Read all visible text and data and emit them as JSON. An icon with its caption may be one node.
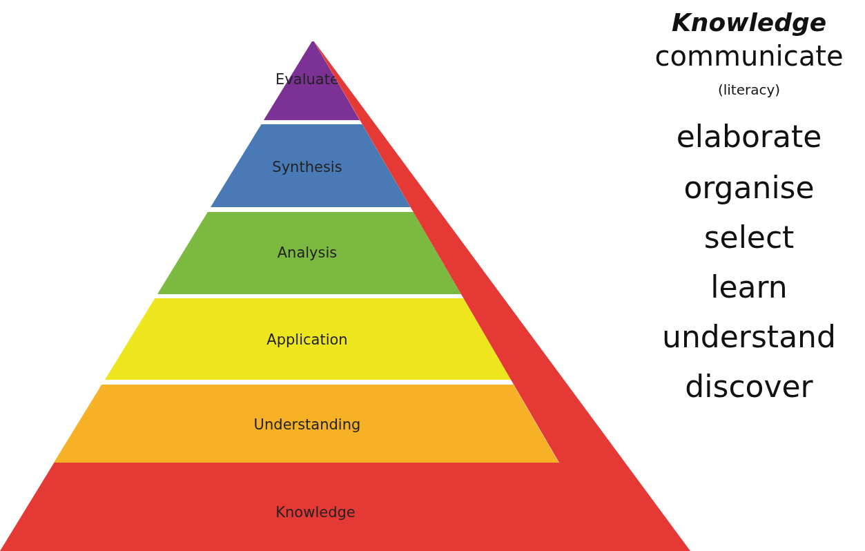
{
  "diagram": {
    "title": "Knowledge",
    "nodes": [
      {
        "text": [
          "Knowledge"
        ]
      },
      {
        "text": [
          "Evaluate"
        ]
      },
      {
        "text": [
          "Synthesis"
        ]
      },
      {
        "text": [
          "Analysis"
        ]
      },
      {
        "text": [
          "Application"
        ]
      },
      {
        "text": [
          "Understanding"
        ]
      }
    ],
    "edges": [],
    "labels": [
      "communicate",
      "(literacy)",
      "elaborate",
      "organise",
      "select",
      "learn",
      "understand",
      "discover"
    ]
  }
}
